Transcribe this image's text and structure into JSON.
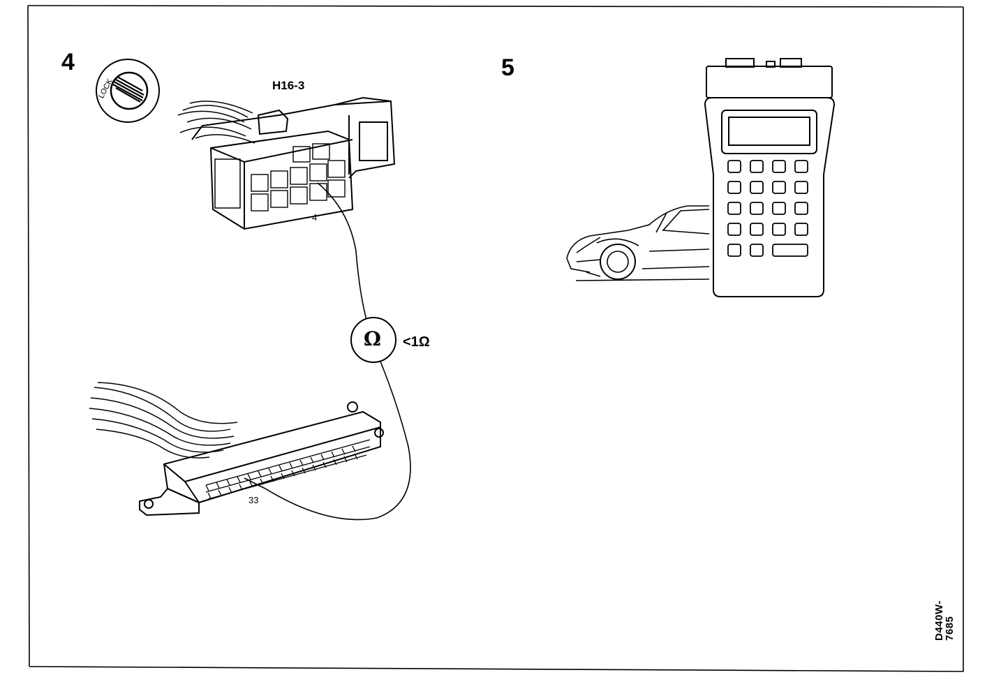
{
  "step4": {
    "number": "4",
    "lock_text": "LOCK",
    "connector_label": "H16-3",
    "connector_pin": "4",
    "meter_symbol": "Ω",
    "meter_reading": "<1Ω",
    "ecu_pin": "33"
  },
  "step5": {
    "number": "5"
  },
  "reference_code": "D440W-7685",
  "icons": {
    "ignition_lock": "ignition-lock-icon",
    "ohmmeter": "ohmmeter-icon",
    "diagnostic_tool": "diagnostic-tester-icon",
    "car": "car-icon"
  }
}
